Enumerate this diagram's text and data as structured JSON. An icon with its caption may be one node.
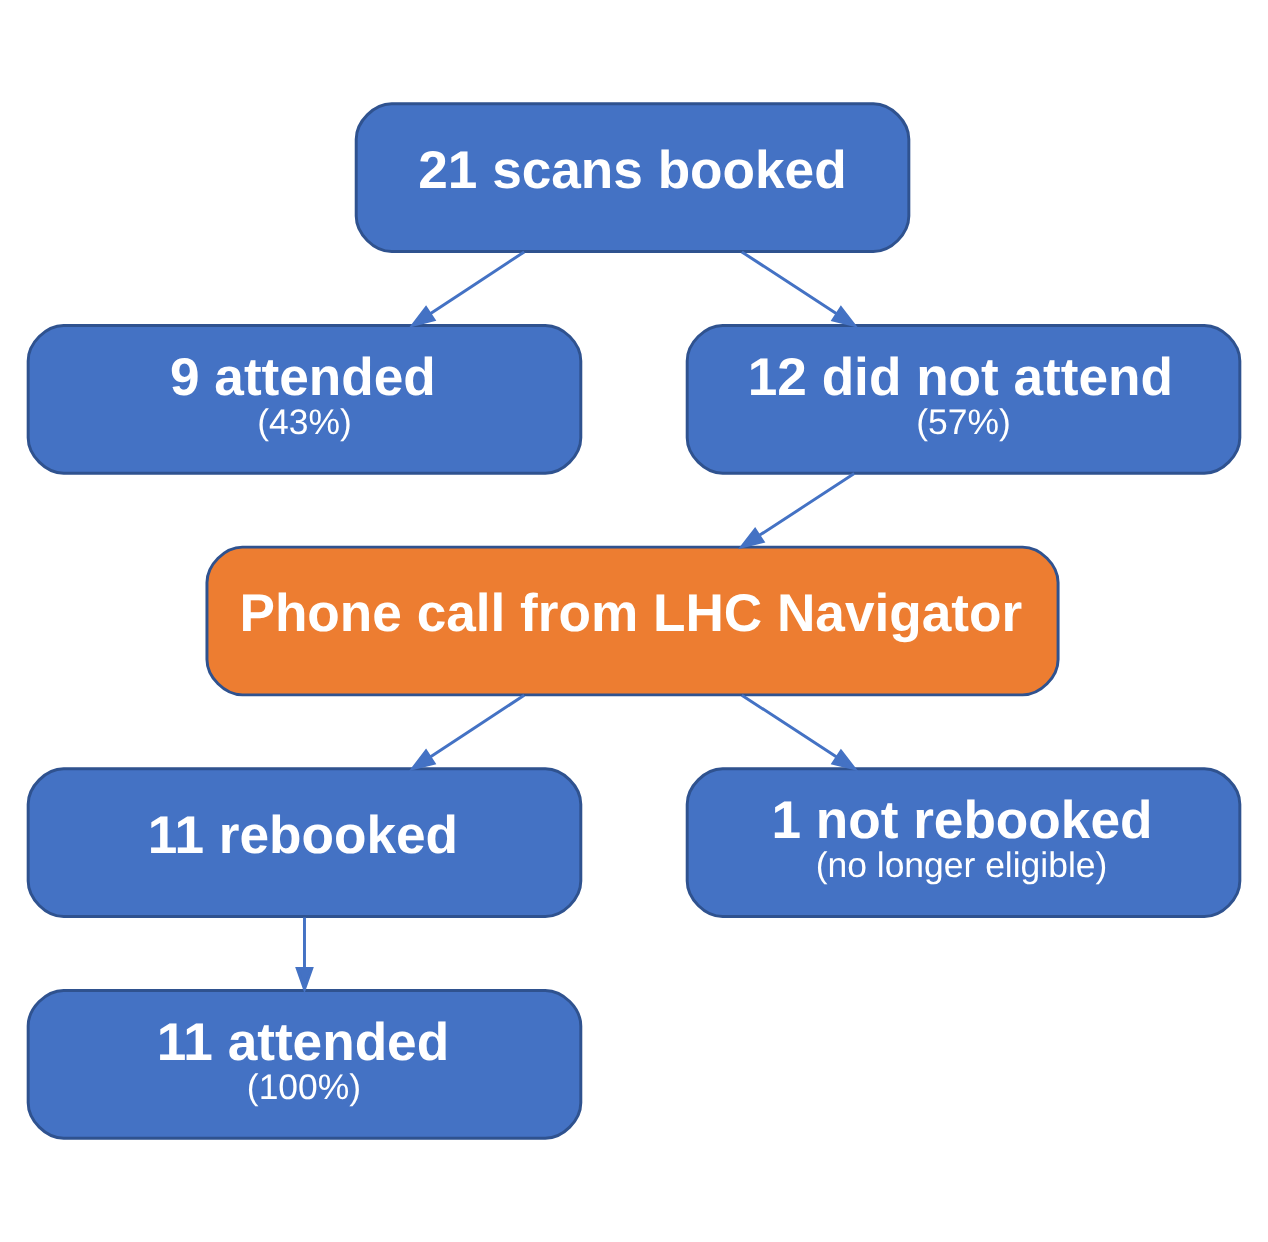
{
  "diagram": {
    "nodes": [
      {
        "text": [
          "21 scans booked"
        ]
      },
      {
        "text": [
          "9 attended",
          "(43%)"
        ]
      },
      {
        "text": [
          "12 did not attend",
          "(57%)"
        ]
      },
      {
        "text": [
          "Phone call from LHC Navigator"
        ]
      },
      {
        "text": [
          "11 rebooked"
        ]
      },
      {
        "text": [
          "1 not rebooked",
          "(no longer eligible)"
        ]
      },
      {
        "text": [
          "11 attended",
          "(100%)"
        ]
      }
    ],
    "edges": [
      {
        "from": 0,
        "to": 1,
        "arrow": "to"
      },
      {
        "from": 0,
        "to": 2,
        "arrow": "to"
      },
      {
        "from": 2,
        "to": 3,
        "arrow": "to"
      },
      {
        "from": 3,
        "to": 4,
        "arrow": "to"
      },
      {
        "from": 3,
        "to": 5,
        "arrow": "to"
      },
      {
        "from": 4,
        "to": 6,
        "arrow": "to"
      }
    ]
  }
}
